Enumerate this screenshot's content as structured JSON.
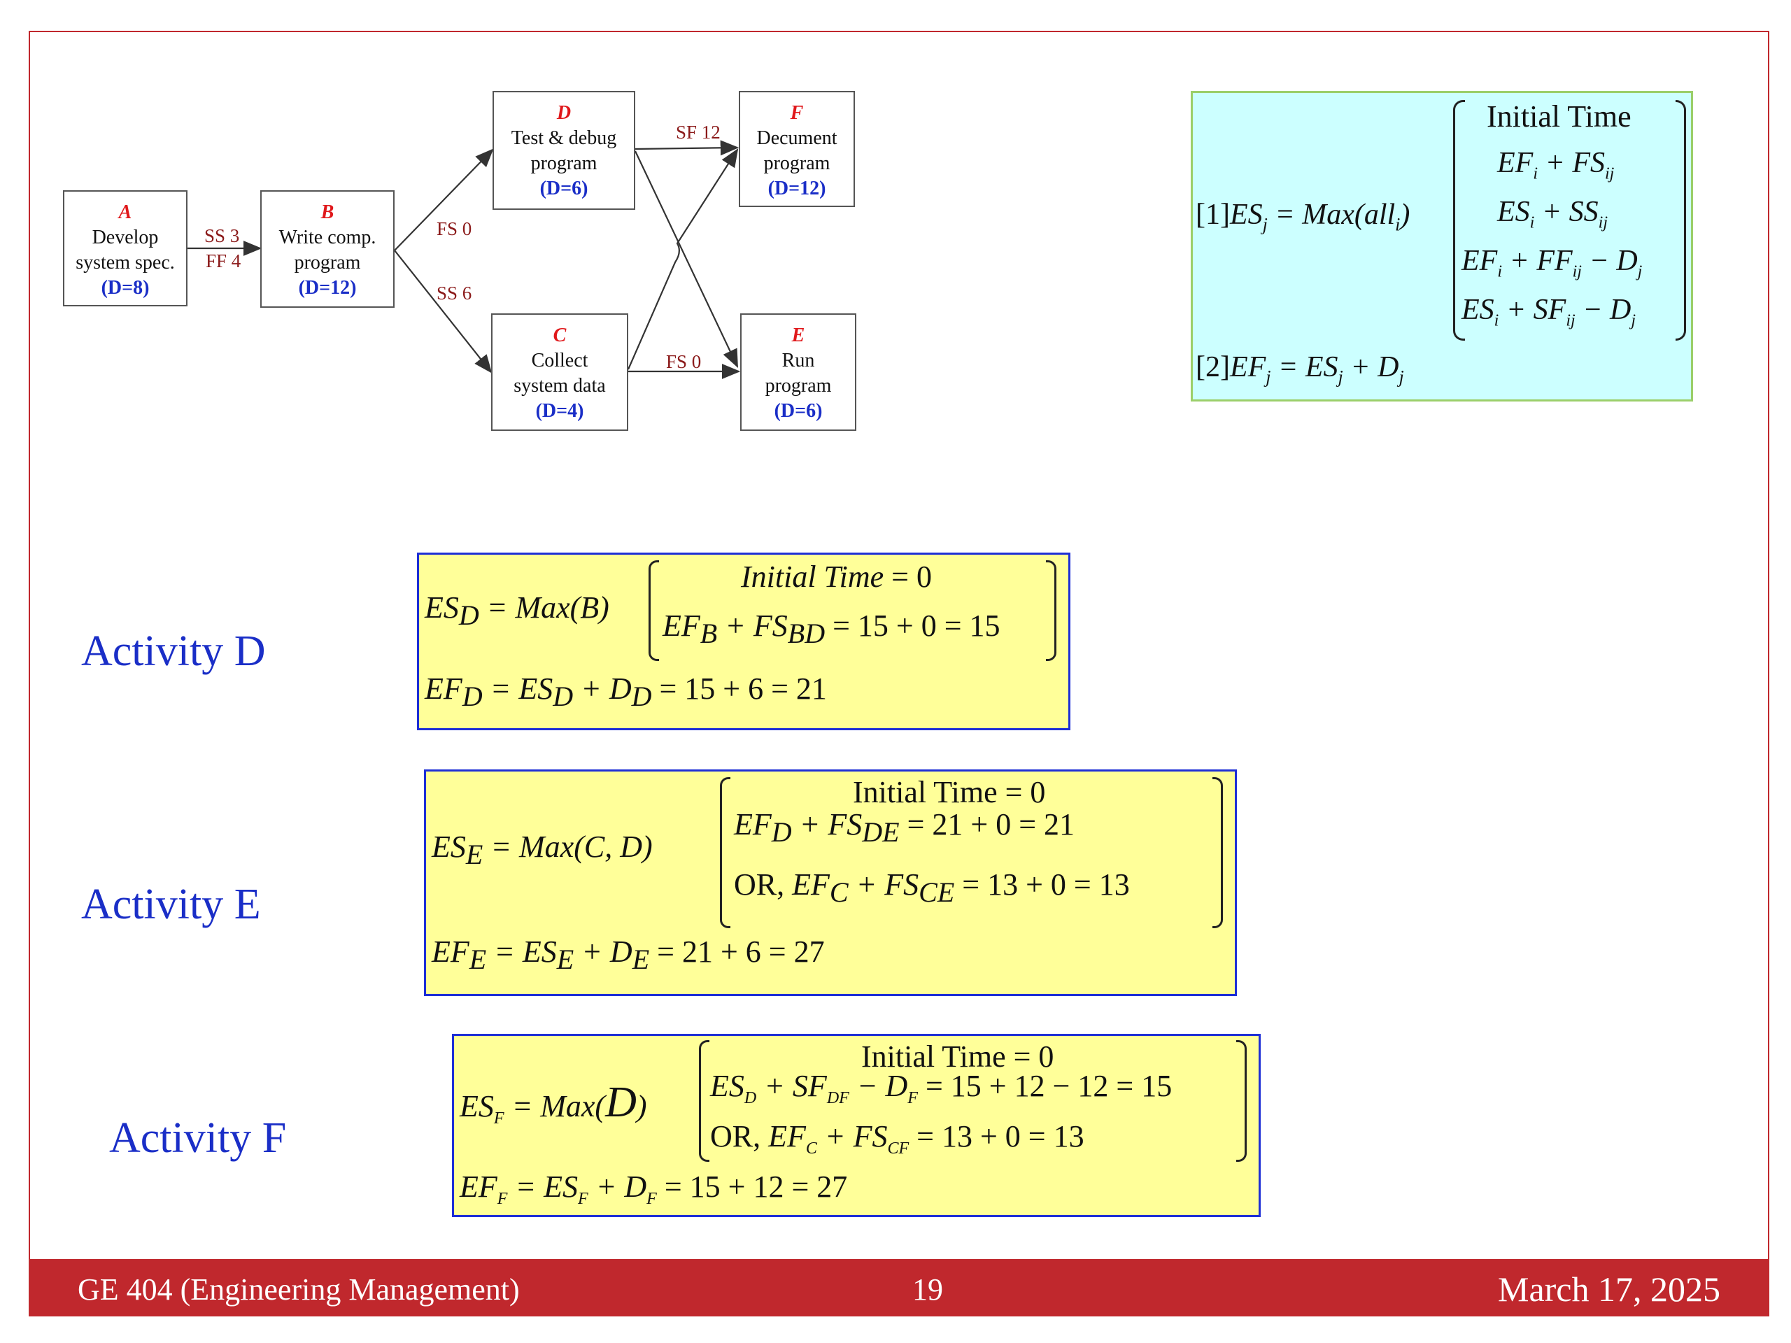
{
  "footer": {
    "course": "GE 404 (Engineering Management)",
    "page": "19",
    "date": "March 17, 2025"
  },
  "network": {
    "nodes": [
      {
        "id": "A",
        "line1": "Develop",
        "line2": "system spec.",
        "duration": "(D=8)"
      },
      {
        "id": "B",
        "line1": "Write comp.",
        "line2": "program",
        "duration": "(D=12)"
      },
      {
        "id": "D",
        "line1": "Test & debug",
        "line2": "program",
        "duration": "(D=6)"
      },
      {
        "id": "F",
        "line1": "Decument",
        "line2": "program",
        "duration": "(D=12)"
      },
      {
        "id": "C",
        "line1": "Collect",
        "line2": "system data",
        "duration": "(D=4)"
      },
      {
        "id": "E",
        "line1": "Run",
        "line2": "program",
        "duration": "(D=6)"
      }
    ],
    "links": [
      {
        "label": "SS 3"
      },
      {
        "label": "FF 4"
      },
      {
        "label": "FS 0"
      },
      {
        "label": "SS 6"
      },
      {
        "label": "SF 12"
      },
      {
        "label": "FS 0"
      }
    ]
  },
  "general_formula": {
    "es_lhs": "[1]ES",
    "es_sub": "j",
    "es_max": " = Max(all",
    "es_max_sub": "i",
    "es_max_close": ")",
    "options": [
      "Initial Time",
      "EFi + FSij",
      "ESi + SSij",
      "EFi + FFij − Dj",
      "ESi + SFij − Dj"
    ],
    "ef_line": "[2]EFj = ESj + Dj"
  },
  "activities": [
    {
      "label": "Activity D",
      "es_head": "ES_D = Max(B)",
      "cases": [
        "Initial Time = 0",
        "EF_B + FS_BD = 15 + 0 = 15"
      ],
      "ef": "EF_D = ES_D + D_D = 15 + 6 = 21"
    },
    {
      "label": "Activity E",
      "es_head": "ES_E = Max(C, D)",
      "cases": [
        "Initial Time = 0",
        "EF_D + FS_DE = 21 + 0 = 21",
        "OR, EF_C + FS_CE = 13 + 0 = 13"
      ],
      "ef": "EF_E = ES_E + D_E = 21 + 6 = 27"
    },
    {
      "label": "Activity F",
      "es_head": "ES_F = Max(D)",
      "cases": [
        "Initial Time = 0",
        "ES_D + SF_DF − D_F = 15 + 12 − 12 = 15",
        "OR, EF_C + FS_CF = 13 + 0 = 13"
      ],
      "ef": "EF_F = ES_F + D_F = 15 + 12 = 27"
    }
  ]
}
